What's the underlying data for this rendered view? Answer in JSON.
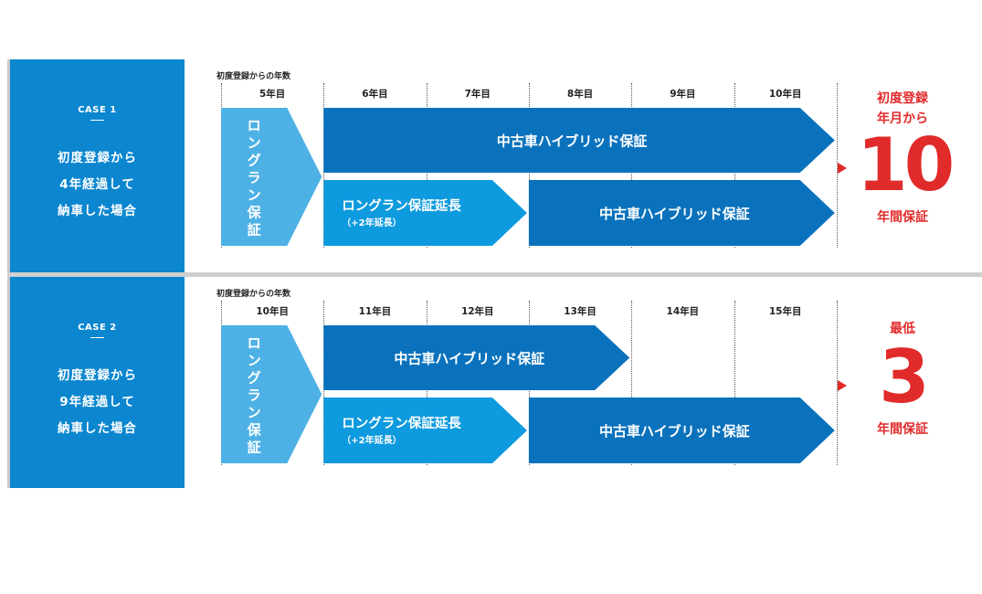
{
  "colors": {
    "label_bg": "#0b86cf",
    "longrun": "#4db1e5",
    "extension": "#0d9ade",
    "hybrid": "#0a72bd",
    "accent_red": "#e12b2b"
  },
  "cases": [
    {
      "tag": "CASE 1",
      "desc_lines": [
        "初度登録から",
        "4年経過して",
        "納車した場合"
      ],
      "axis_title": "初度登録からの年数",
      "years": [
        "5年目",
        "6年目",
        "7年目",
        "8年目",
        "9年目",
        "10年目"
      ],
      "bars": [
        {
          "label": "ロングラン保証",
          "sub": "",
          "start": 0,
          "end": 1,
          "row": "full",
          "color": "longrun",
          "vertical": true
        },
        {
          "label": "中古車ハイブリッド保証",
          "sub": "",
          "start": 1,
          "end": 6,
          "row": "top",
          "color": "hybrid"
        },
        {
          "label": "ロングラン保証延長",
          "sub": "（+2年延長）",
          "start": 1,
          "end": 3,
          "row": "bottom",
          "color": "extension"
        },
        {
          "label": "中古車ハイブリッド保証",
          "sub": "",
          "start": 3,
          "end": 6,
          "row": "bottom",
          "color": "hybrid"
        }
      ],
      "badge": {
        "top": "初度登録",
        "top2": "年月から",
        "number": "10",
        "bottom": "年間保証"
      }
    },
    {
      "tag": "CASE 2",
      "desc_lines": [
        "初度登録から",
        "9年経過して",
        "納車した場合"
      ],
      "axis_title": "初度登録からの年数",
      "years": [
        "10年目",
        "11年目",
        "12年目",
        "13年目",
        "14年目",
        "15年目"
      ],
      "bars": [
        {
          "label": "ロングラン保証",
          "sub": "",
          "start": 0,
          "end": 1,
          "row": "full",
          "color": "longrun",
          "vertical": true
        },
        {
          "label": "中古車ハイブリッド保証",
          "sub": "",
          "start": 1,
          "end": 4,
          "row": "top",
          "color": "hybrid"
        },
        {
          "label": "ロングラン保証延長",
          "sub": "（+2年延長）",
          "start": 1,
          "end": 3,
          "row": "bottom",
          "color": "extension"
        },
        {
          "label": "中古車ハイブリッド保証",
          "sub": "",
          "start": 3,
          "end": 6,
          "row": "bottom",
          "color": "hybrid"
        }
      ],
      "badge": {
        "top": "最低",
        "top2": "",
        "number": "3",
        "bottom": "年間保証"
      }
    }
  ]
}
